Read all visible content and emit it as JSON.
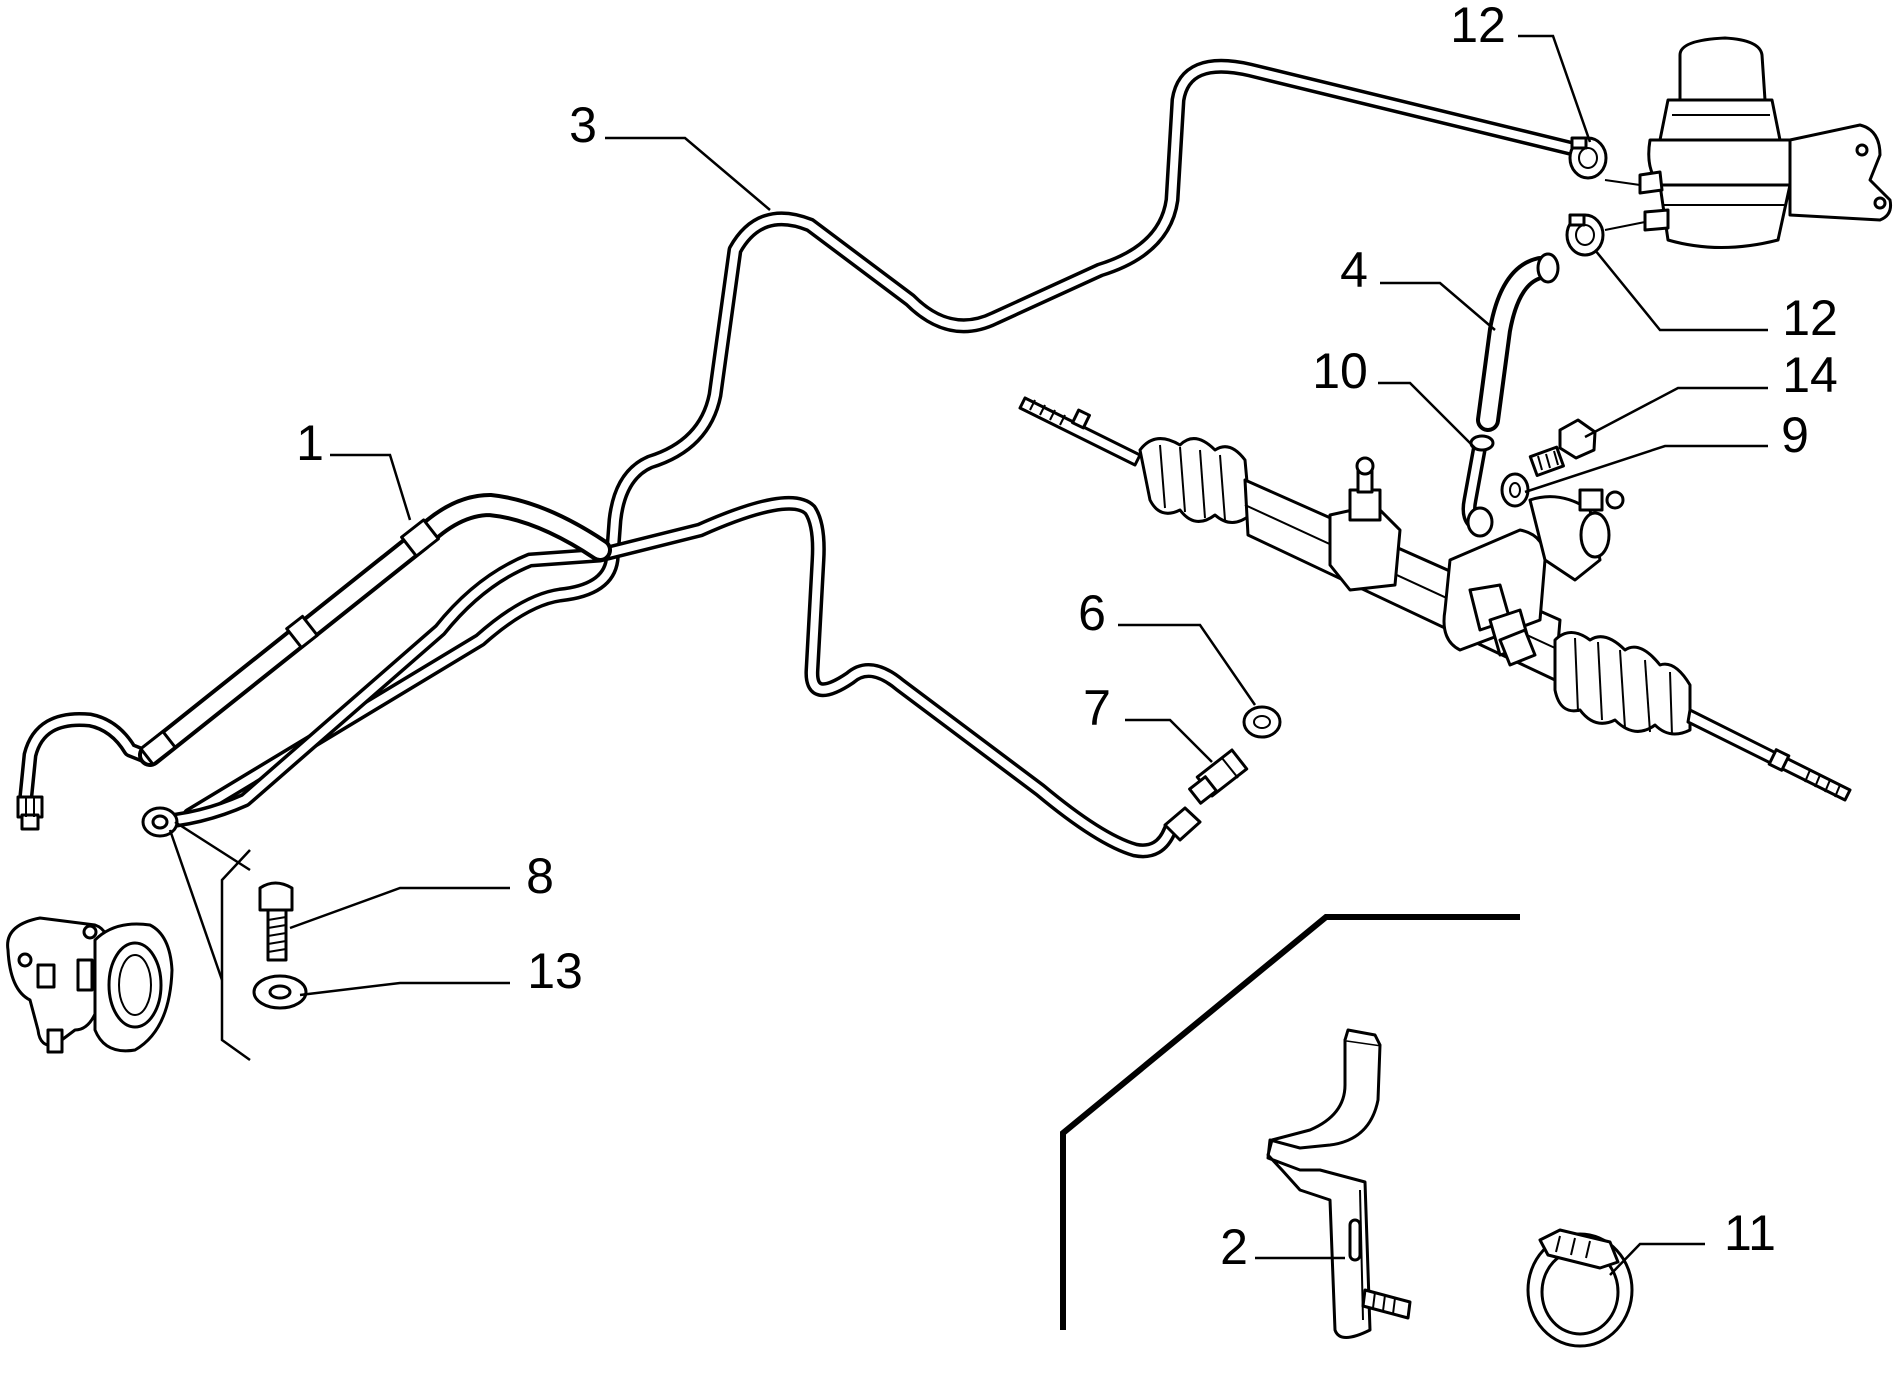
{
  "callouts": {
    "c1": "1",
    "c2": "2",
    "c3": "3",
    "c4": "4",
    "c6": "6",
    "c7": "7",
    "c8": "8",
    "c9": "9",
    "c10": "10",
    "c11": "11",
    "c12a": "12",
    "c12b": "12",
    "c13": "13",
    "c14": "14"
  },
  "colors": {
    "line": "#000000",
    "background": "#ffffff"
  }
}
